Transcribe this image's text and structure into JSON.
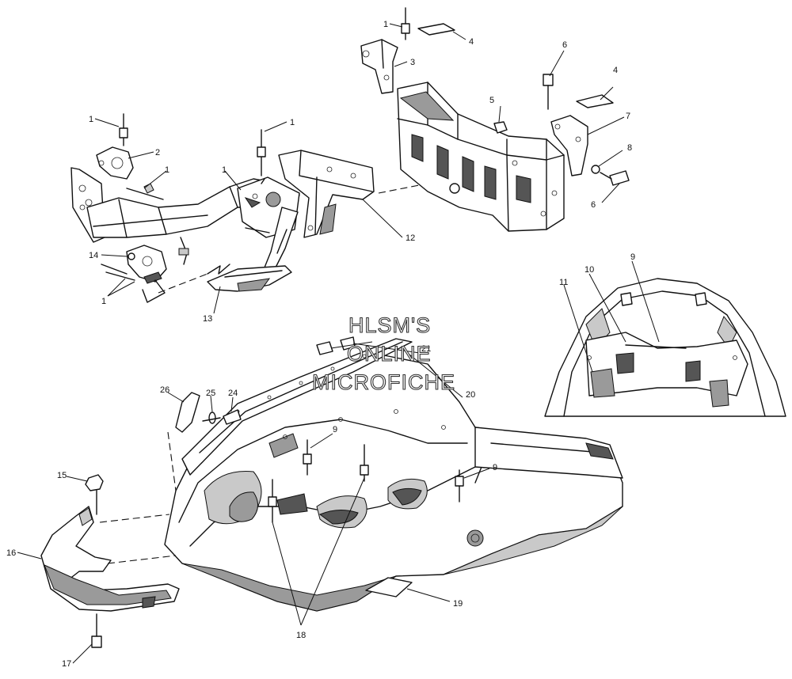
{
  "watermark": {
    "line1": "HLSM'S",
    "line2": "ONLINE",
    "line3": "MICROFICHE"
  },
  "callouts": [
    {
      "id": "c1a",
      "label": "1"
    },
    {
      "id": "c1b",
      "label": "1"
    },
    {
      "id": "c1c",
      "label": "1"
    },
    {
      "id": "c1d",
      "label": "1"
    },
    {
      "id": "c1e",
      "label": "1"
    },
    {
      "id": "c1f",
      "label": "1"
    },
    {
      "id": "c2",
      "label": "2"
    },
    {
      "id": "c3",
      "label": "3"
    },
    {
      "id": "c4a",
      "label": "4"
    },
    {
      "id": "c4b",
      "label": "4"
    },
    {
      "id": "c5",
      "label": "5"
    },
    {
      "id": "c6a",
      "label": "6"
    },
    {
      "id": "c6b",
      "label": "6"
    },
    {
      "id": "c7",
      "label": "7"
    },
    {
      "id": "c8",
      "label": "8"
    },
    {
      "id": "c9a",
      "label": "9"
    },
    {
      "id": "c9b",
      "label": "9"
    },
    {
      "id": "c9c",
      "label": "9"
    },
    {
      "id": "c10",
      "label": "10"
    },
    {
      "id": "c11",
      "label": "11"
    },
    {
      "id": "c12",
      "label": "12"
    },
    {
      "id": "c13",
      "label": "13"
    },
    {
      "id": "c14",
      "label": "14"
    },
    {
      "id": "c15",
      "label": "15"
    },
    {
      "id": "c16",
      "label": "16"
    },
    {
      "id": "c17",
      "label": "17"
    },
    {
      "id": "c18",
      "label": "18"
    },
    {
      "id": "c19",
      "label": "19"
    },
    {
      "id": "c20",
      "label": "20"
    },
    {
      "id": "c21",
      "label": "21"
    },
    {
      "id": "c24",
      "label": "24"
    },
    {
      "id": "c25",
      "label": "25"
    },
    {
      "id": "c26",
      "label": "26"
    }
  ]
}
